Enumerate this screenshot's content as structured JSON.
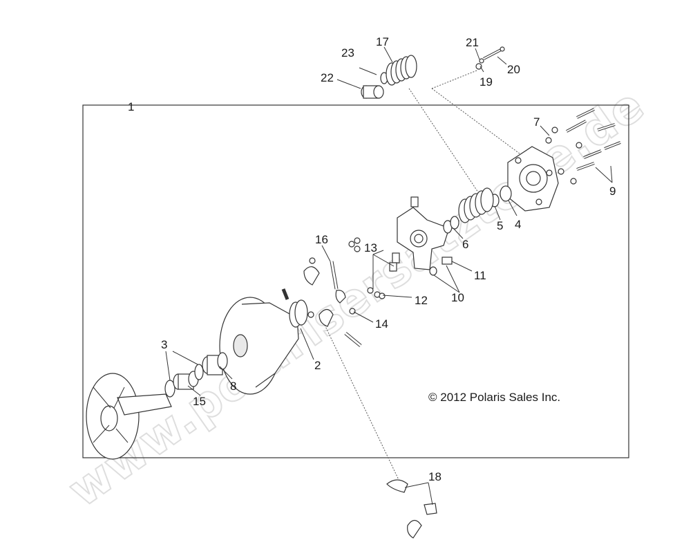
{
  "copyright": "© 2012 Polaris Sales Inc.",
  "watermark": "www.polarisersatzteile.de",
  "callouts": {
    "c1": "1",
    "c2": "2",
    "c3": "3",
    "c4": "4",
    "c5": "5",
    "c6": "6",
    "c7": "7",
    "c8": "8",
    "c9": "9",
    "c10": "10",
    "c11": "11",
    "c12": "12",
    "c13": "13",
    "c14": "14",
    "c15": "15",
    "c16": "16",
    "c17": "17",
    "c18": "18",
    "c19": "19",
    "c20": "20",
    "c21": "21",
    "c22": "22",
    "c23": "23"
  }
}
